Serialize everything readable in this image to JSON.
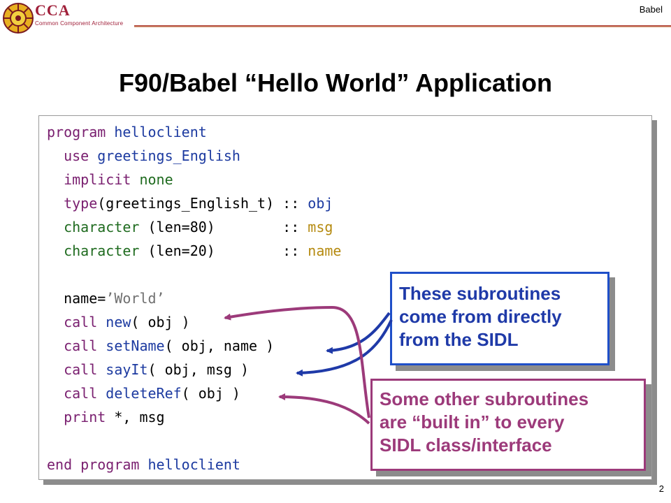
{
  "header": {
    "brand": "CCA",
    "brand_subtitle": "Common Component Architecture",
    "corner_label": "Babel",
    "colors": {
      "brand": "#a0203a",
      "rule": "#b04040"
    }
  },
  "slide": {
    "title": "F90/Babel  “Hello World” Application",
    "page_number": "2"
  },
  "code": {
    "lines": [
      [
        {
          "t": "program ",
          "c": "kw-purple"
        },
        {
          "t": "helloclient",
          "c": "kw-blue"
        }
      ],
      [
        {
          "t": "  use ",
          "c": "kw-purple"
        },
        {
          "t": "greetings_English",
          "c": "kw-blue"
        }
      ],
      [
        {
          "t": "  implicit ",
          "c": "kw-purple"
        },
        {
          "t": "none",
          "c": "kw-green"
        }
      ],
      [
        {
          "t": "  type",
          "c": "kw-purple"
        },
        {
          "t": "(greetings_English_t) :: ",
          "c": ""
        },
        {
          "t": "obj",
          "c": "kw-blue"
        }
      ],
      [
        {
          "t": "  character ",
          "c": "kw-green"
        },
        {
          "t": "(len=80)        :: ",
          "c": ""
        },
        {
          "t": "msg",
          "c": "kw-gold"
        }
      ],
      [
        {
          "t": "  character ",
          "c": "kw-green"
        },
        {
          "t": "(len=20)        :: ",
          "c": ""
        },
        {
          "t": "name",
          "c": "kw-gold"
        }
      ],
      [],
      [
        {
          "t": "  name=",
          "c": ""
        },
        {
          "t": "’World’",
          "c": "kw-str"
        }
      ],
      [
        {
          "t": "  call ",
          "c": "kw-purple"
        },
        {
          "t": "new",
          "c": "kw-blue"
        },
        {
          "t": "( obj )",
          "c": ""
        }
      ],
      [
        {
          "t": "  call ",
          "c": "kw-purple"
        },
        {
          "t": "setName",
          "c": "kw-blue"
        },
        {
          "t": "( obj, name )",
          "c": ""
        }
      ],
      [
        {
          "t": "  call ",
          "c": "kw-purple"
        },
        {
          "t": "sayIt",
          "c": "kw-blue"
        },
        {
          "t": "( obj, msg )",
          "c": ""
        }
      ],
      [
        {
          "t": "  call ",
          "c": "kw-purple"
        },
        {
          "t": "deleteRef",
          "c": "kw-blue"
        },
        {
          "t": "( obj )",
          "c": ""
        }
      ],
      [
        {
          "t": "  print ",
          "c": "kw-purple"
        },
        {
          "t": "*, msg",
          "c": ""
        }
      ],
      [],
      [
        {
          "t": "end program ",
          "c": "kw-purple"
        },
        {
          "t": "helloclient",
          "c": "kw-blue"
        }
      ]
    ]
  },
  "callouts": {
    "sidl": {
      "lines": [
        "These subroutines",
        "come from directly",
        "from the SIDL"
      ],
      "color": "#1f3aa8"
    },
    "builtin": {
      "lines": [
        "Some other subroutines",
        "are “built in” to every",
        "SIDL class/interface"
      ],
      "color": "#9c3a7a"
    }
  }
}
